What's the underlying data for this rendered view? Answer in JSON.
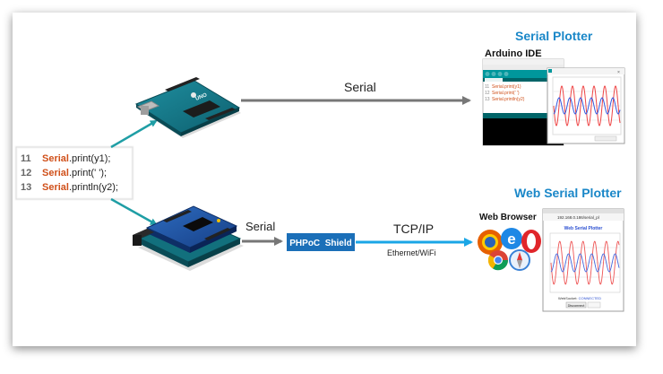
{
  "titles": {
    "serial_plotter": "Serial Plotter",
    "web_serial_plotter": "Web Serial Plotter",
    "arduino_ide": "Arduino IDE",
    "web_browser": "Web Browser"
  },
  "links": {
    "serial_top": "Serial",
    "serial_bottom": "Serial",
    "tcpip": "TCP/IP",
    "ethernet_wifi": "Ethernet/WiFi",
    "phpoc_shield": "PHPoC  Shield"
  },
  "code": {
    "lines": [
      {
        "num": "11",
        "kw": "Serial",
        "rest": ".print(y1);"
      },
      {
        "num": "12",
        "kw": "Serial",
        "rest": ".print(' ');"
      },
      {
        "num": "13",
        "kw": "Serial",
        "rest": ".println(y2);"
      }
    ]
  },
  "ide_mini": {
    "lines": [
      {
        "num": "11",
        "text": "Serial.print(y1)"
      },
      {
        "num": "12",
        "text": "Serial.print(' ')"
      },
      {
        "num": "13",
        "text": "Serial.println(y2)"
      }
    ]
  },
  "web_mini": {
    "address": "192.168.0.186/serial_pl",
    "title": "Web Serial Plotter",
    "status_label": "WebSocket:",
    "status_value": "CONNECTED",
    "button": "Disconnect"
  },
  "colors": {
    "teal_arrow": "#1f9ea5",
    "gray_arrow": "#777777",
    "blue_arrow": "#1aa6e6",
    "title_blue": "#1a87c8",
    "code_orange": "#d0501a",
    "shield_blue": "#1b6fb8",
    "arduino_teal": "#00979c"
  }
}
